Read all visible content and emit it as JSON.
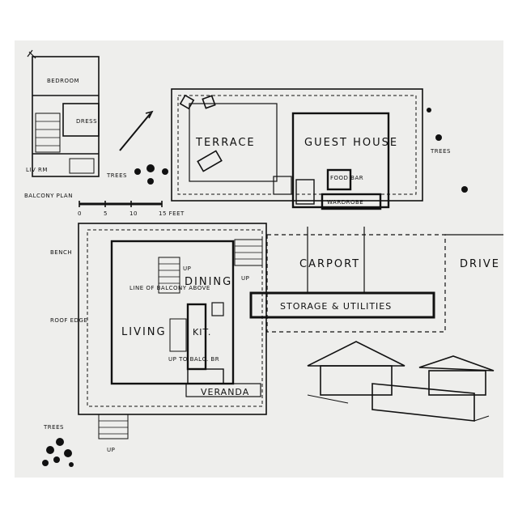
{
  "plan_labels": {
    "bedroom": "BEDROOM",
    "dress": "DRESS",
    "balcony_plan": "BALCONY PLAN",
    "liv_rm": "LIV RM",
    "trees_upper": "TREES",
    "trees_right": "TREES",
    "trees_lower": "TREES",
    "terrace": "TERRACE",
    "guest_house": "GUEST HOUSE",
    "food_bar": "FOOD BAR",
    "wardrobe": "WARDROBE",
    "scale_0": "0",
    "scale_5": "5",
    "scale_10": "10",
    "scale_15": "15 FEET",
    "bench": "BENCH",
    "roof_edge": "ROOF EDGE",
    "carport": "CARPORT",
    "drive": "DRIVE",
    "dining": "DINING",
    "line_of_balcony": "LINE OF BALCONY ABOVE",
    "living": "LIVING",
    "kit": "KIT.",
    "up_to_balc": "UP TO BALC. BR",
    "veranda": "VERANDA",
    "storage_utilities": "STORAGE & UTILITIES",
    "up_stair": "UP",
    "up_entry": "UP",
    "up_bottom": "UP"
  },
  "colors": {
    "paper": "#eeeeec",
    "ink": "#111111"
  }
}
